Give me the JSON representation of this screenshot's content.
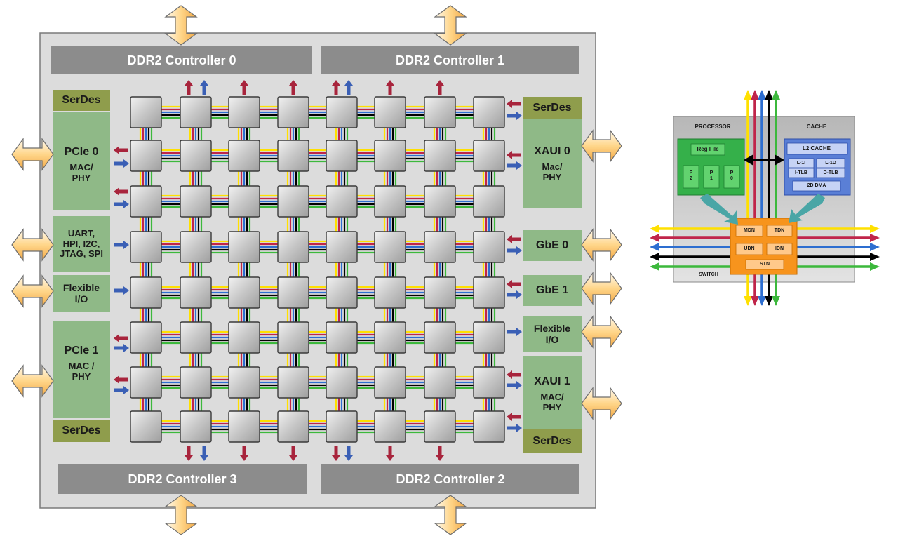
{
  "chip": {
    "ddr": {
      "c0": "DDR2 Controller 0",
      "c1": "DDR2 Controller 1",
      "c2": "DDR2 Controller 2",
      "c3": "DDR2 Controller 3"
    },
    "left": {
      "serdes_top": "SerDes",
      "pcie0": {
        "l1": "PCIe 0",
        "l2": "MAC/",
        "l3": "PHY"
      },
      "uart": {
        "l1": "UART,",
        "l2": "HPI, I2C,",
        "l3": "JTAG, SPI"
      },
      "flex": {
        "l1": "Flexible",
        "l2": "I/O"
      },
      "pcie1": {
        "l1": "PCIe 1",
        "l2": "MAC /",
        "l3": "PHY"
      },
      "serdes_bottom": "SerDes"
    },
    "right": {
      "serdes_top": "SerDes",
      "xaui0": {
        "l1": "XAUI 0",
        "l2": "Mac/",
        "l3": "PHY"
      },
      "gbe0": "GbE 0",
      "gbe1": "GbE 1",
      "flex": {
        "l1": "Flexible",
        "l2": "I/O"
      },
      "xaui1": {
        "l1": "XAUI 1",
        "l2": "MAC/",
        "l3": "PHY"
      },
      "serdes_bottom": "SerDes"
    }
  },
  "tile": {
    "processor": "PROCESSOR",
    "cache": "CACHE",
    "reg_file": "Reg File",
    "p2": {
      "l1": "P",
      "l2": "2"
    },
    "p1": {
      "l1": "P",
      "l2": "1"
    },
    "p0": {
      "l1": "P",
      "l2": "0"
    },
    "l2_cache": "L2 CACHE",
    "l1i": "L-1I",
    "l1d": "L-1D",
    "itlb": "I-TLB",
    "dtlb": "D-TLB",
    "dma": "2D DMA",
    "switch": "SWITCH",
    "mdn": "MDN",
    "tdn": "TDN",
    "udn": "UDN",
    "idn": "IDN",
    "stn": "STN"
  },
  "colors": {
    "chip_bg": "#dcdcdc",
    "ddr_bar": "#8c8c8c",
    "io_green": "#8fb987",
    "serdes_olive": "#8f9d4c",
    "tile_box": "#c4c4c4",
    "red_arrow": "#a8243c",
    "blue_arrow": "#3a5fb5",
    "bus_yellow": "#ffe000",
    "bus_red": "#c0254a",
    "bus_blue": "#2d6ed0",
    "bus_black": "#000000",
    "bus_green": "#3cb83c",
    "big_arrow": "#ffd68a",
    "switch_orange": "#f7941d",
    "cache_blue": "#5a7fd6"
  }
}
